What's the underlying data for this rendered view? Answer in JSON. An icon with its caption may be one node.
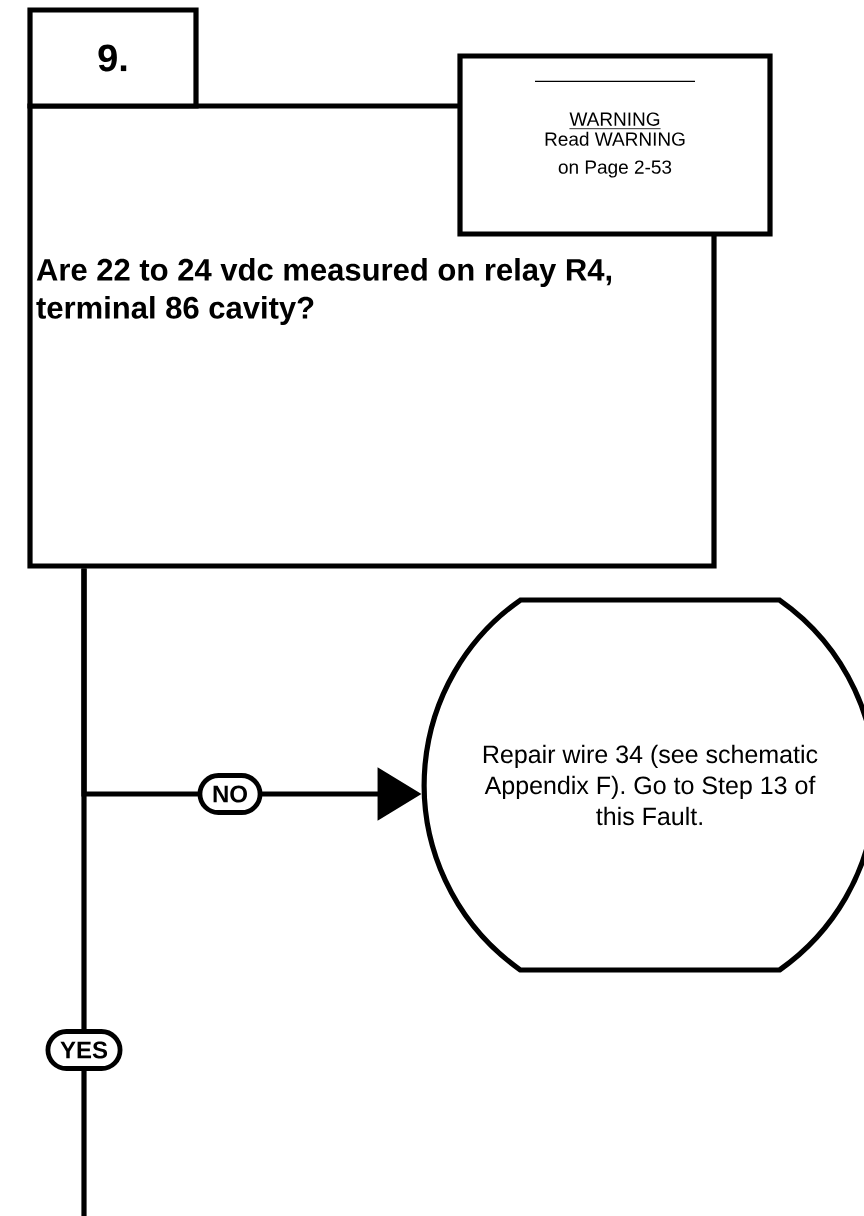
{
  "diagram": {
    "nodes": [
      {
        "text": [
          "9."
        ]
      },
      {
        "text": [
          "Are 22 to 24 vdc measured on relay R4, terminal 86 cavity?"
        ]
      },
      {
        "text": [
          "WARNING",
          "Read WARNING on Page 2-53"
        ]
      },
      {
        "text": [
          "Repair wire 34 (see schematic Appendix F). Go to Step 13 of this Fault."
        ]
      }
    ],
    "edges": [
      {
        "from": 1,
        "to": 3,
        "arrow": "to",
        "label": "NO"
      },
      {
        "from": 1,
        "to": null,
        "arrow": "none",
        "label": "YES"
      }
    ]
  }
}
